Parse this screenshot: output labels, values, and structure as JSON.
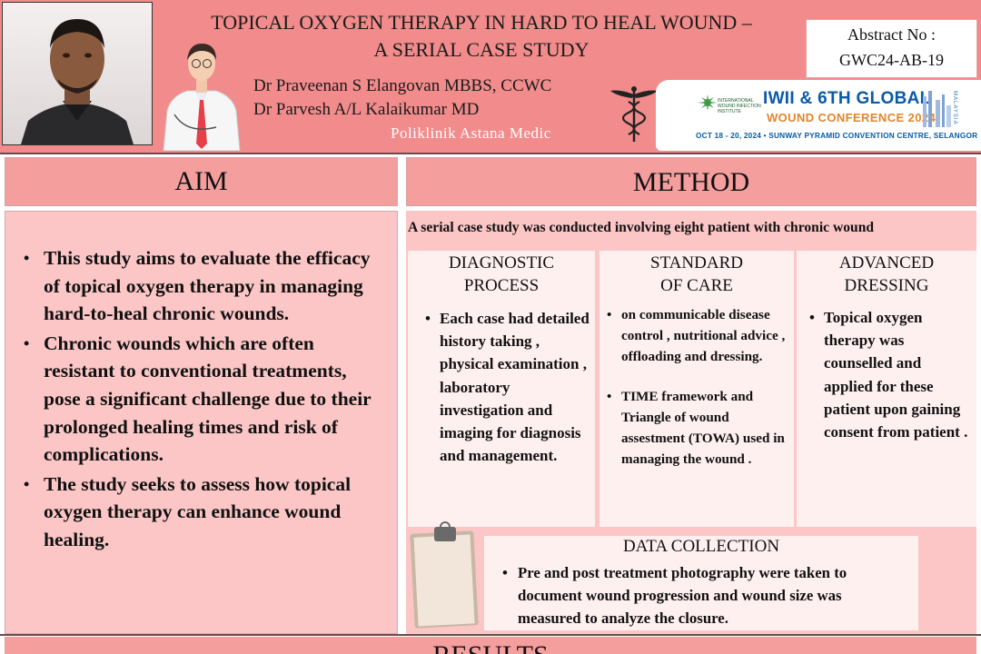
{
  "header": {
    "title_line1": "TOPICAL OXYGEN THERAPY IN HARD TO HEAL WOUND –",
    "title_line2": "A SERIAL CASE STUDY",
    "authors": [
      "Dr Praveenan S Elangovan MBBS, CCWC",
      "Dr Parvesh A/L Kalaikumar MD"
    ],
    "clinic": "Poliklinik Astana Medic",
    "abstract_label": "Abstract No :",
    "abstract_no": "GWC24-AB-19"
  },
  "conference": {
    "institute": "INTERNATIONAL WOUND INFECTION INSTITUTE",
    "title": "IWII & 6TH GLOBAL",
    "subtitle": "WOUND CONFERENCE 2024",
    "country": "MALAYSIA",
    "dates": "OCT 18 - 20, 2024 • SUNWAY PYRAMID CONVENTION CENTRE, SELANGOR"
  },
  "aim": {
    "heading": "AIM",
    "points": [
      "This study aims to evaluate the efficacy of topical oxygen therapy in managing hard-to-heal chronic wounds.",
      "Chronic wounds which are often resistant to conventional treatments, pose a significant challenge due to their prolonged healing times and risk of complications.",
      "The study seeks to assess how topical oxygen therapy can enhance wound healing."
    ]
  },
  "method": {
    "heading": "METHOD",
    "intro": "A serial case study was conducted involving eight patient with chronic wound",
    "columns": [
      {
        "title_line1": "DIAGNOSTIC",
        "title_line2": "PROCESS",
        "points": [
          "Each case had detailed history taking , physical examination , laboratory investigation and imaging for diagnosis and management."
        ]
      },
      {
        "title_line1": "STANDARD",
        "title_line2": "OF CARE",
        "points": [
          "on communicable disease control , nutritional advice , offloading and dressing.",
          "TIME framework and Triangle of wound assestment (TOWA) used in managing the wound ."
        ]
      },
      {
        "title_line1": "ADVANCED",
        "title_line2": "DRESSING",
        "points": [
          "Topical oxygen therapy was counselled and applied for these patient upon gaining consent from patient ."
        ]
      }
    ],
    "data_collection": {
      "title": "DATA COLLECTION",
      "points": [
        "Pre and post treatment photography were taken to document wound progression and wound size was measured to analyze the closure."
      ]
    }
  },
  "results": {
    "heading": "RESULTS"
  }
}
